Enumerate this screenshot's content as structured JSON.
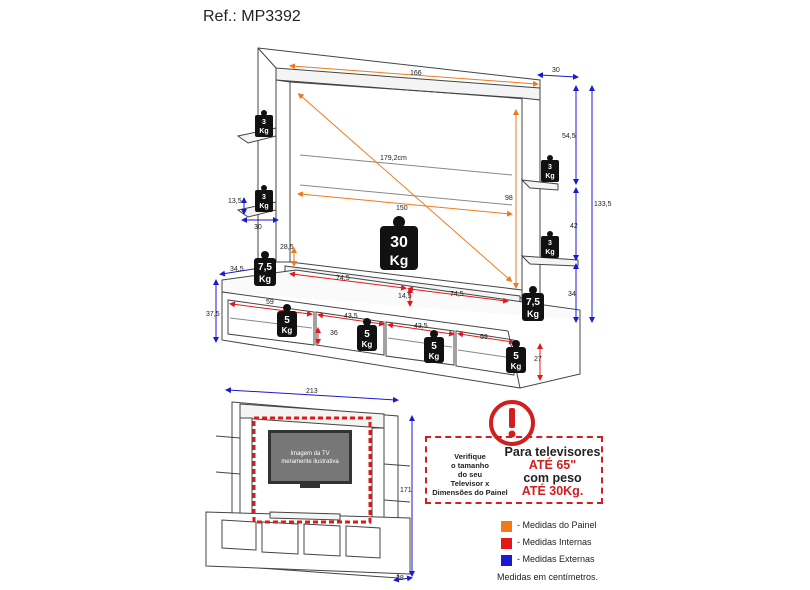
{
  "reference": "Ref.: MP3392",
  "colors": {
    "painel": "#f07a1a",
    "internas": "#e01a1a",
    "externas": "#1a1ad0"
  },
  "dimensions": {
    "top_width": "166",
    "top_depth": "30",
    "height_upper": "54,5",
    "total_height": "133,5",
    "diagonal": "179,2cm",
    "tv_width": "150",
    "tv_height": "98",
    "shelf_gap": "42",
    "left_shelf_thick": "13,5",
    "left_shelf_depth": "30",
    "panel_inset": "28,5",
    "base_depth": "34,5",
    "base_height": "37,5",
    "base_upper_h": "34",
    "center_left": "74,5",
    "center_right": "74,5",
    "center_gap": "14,5",
    "niche_59_left": "59",
    "niche_36": "36",
    "niche_43_a": "43,5",
    "niche_43_b": "43,5",
    "niche_59_right": "59",
    "niche_27": "27",
    "lower_width": "213",
    "lower_height": "171",
    "lower_depth": "38"
  },
  "weights": {
    "shelf_left_top": [
      "3",
      "Kg"
    ],
    "shelf_left_mid": [
      "3",
      "Kg"
    ],
    "shelf_right_top": [
      "3",
      "Kg"
    ],
    "shelf_right_mid": [
      "3",
      "Kg"
    ],
    "panel": [
      "30",
      "Kg"
    ],
    "base_left": [
      "7,5",
      "Kg"
    ],
    "base_right": [
      "7,5",
      "Kg"
    ],
    "niche_1": [
      "5",
      "Kg"
    ],
    "niche_2": [
      "5",
      "Kg"
    ],
    "niche_3": [
      "5",
      "Kg"
    ],
    "niche_4": [
      "5",
      "Kg"
    ]
  },
  "tv_caption": [
    "Imagem da TV",
    "meramente ilustrativa"
  ],
  "warning": {
    "left": [
      "Verifique",
      "o tamanho",
      "do seu",
      "Televisor x",
      "Dimensões do Painel"
    ],
    "line1": "Para televisores",
    "line2": "ATÉ 65\"",
    "line3": "com peso",
    "line4": "ATÉ 30Kg."
  },
  "legend": [
    {
      "label": "- Medidas do Painel",
      "color": "#f07a1a"
    },
    {
      "label": "- Medidas Internas",
      "color": "#e01a1a"
    },
    {
      "label": "- Medidas Externas",
      "color": "#1a1ad0"
    }
  ],
  "legend_note": "Medidas em centímetros."
}
